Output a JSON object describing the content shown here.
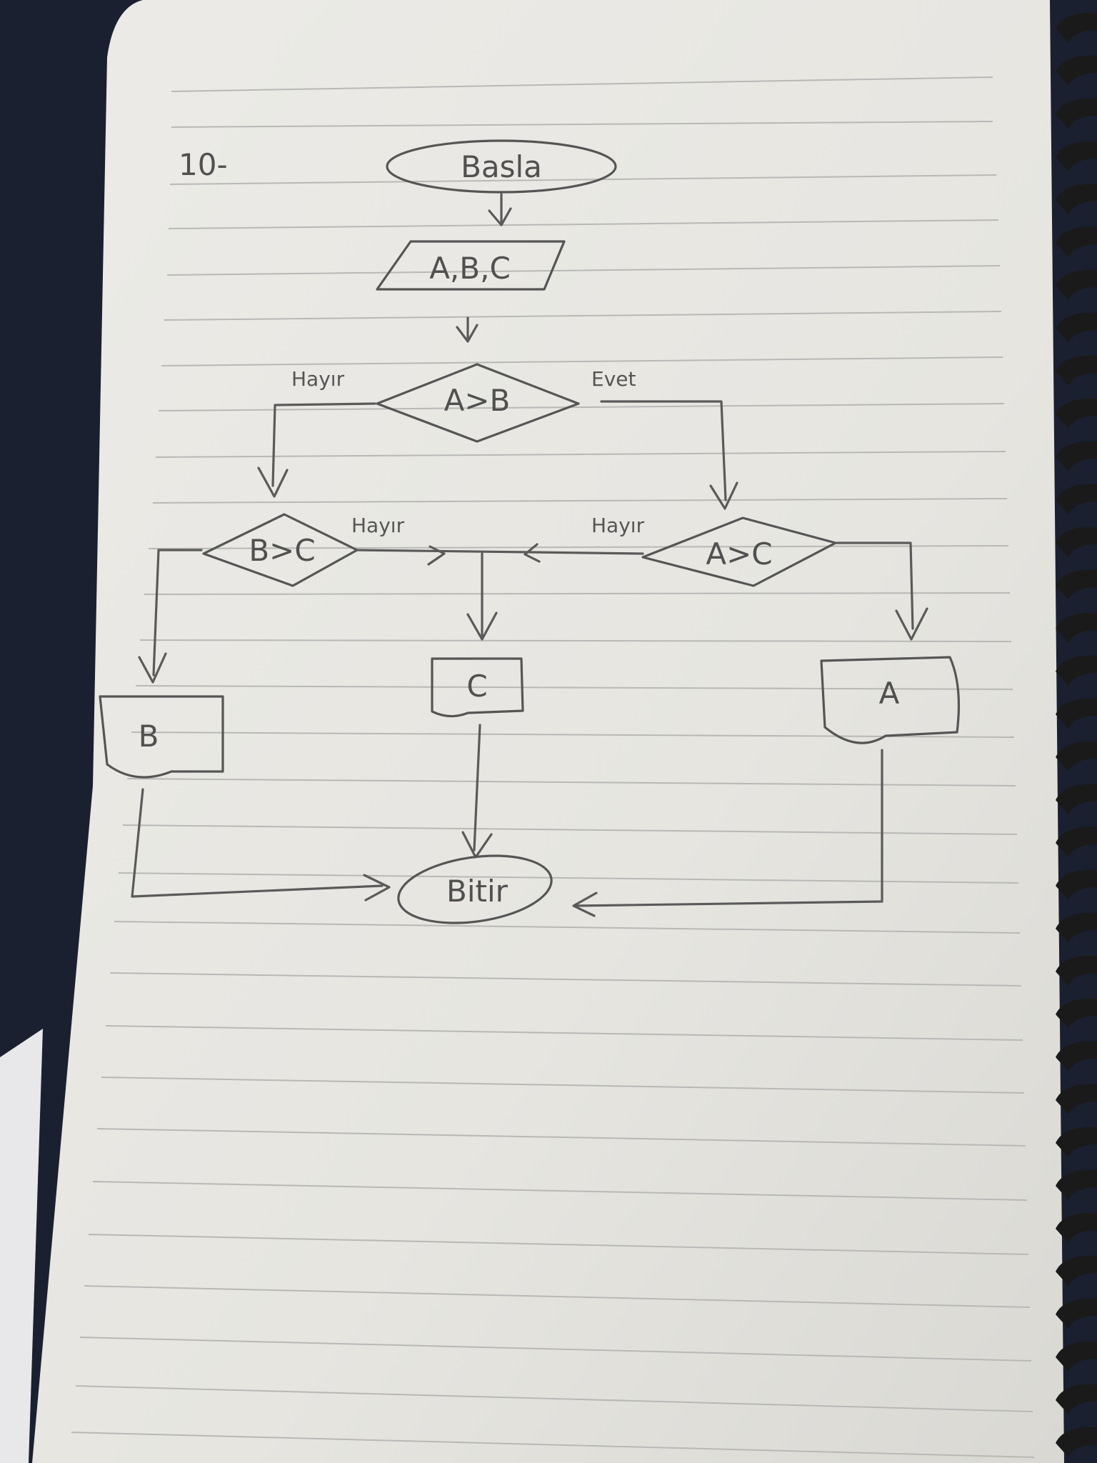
{
  "problem_number": "10-",
  "nodes": {
    "start": "Basla",
    "input": "A,B,C",
    "decision_ab": "A>B",
    "decision_bc": "B>C",
    "decision_ac": "A>C",
    "output_b": "B",
    "output_c": "C",
    "output_a": "A",
    "end": "Bitir"
  },
  "edges": {
    "ab_no": "Hayır",
    "ab_yes": "Evet",
    "bc_no": "Hayır",
    "ac_no": "Hayır"
  },
  "colors": {
    "paper": "#e9e8e3",
    "ink": "#555555",
    "rule_line": "#b9b9b9",
    "background": "#1b2030",
    "spiral": "#1a1a1a"
  }
}
